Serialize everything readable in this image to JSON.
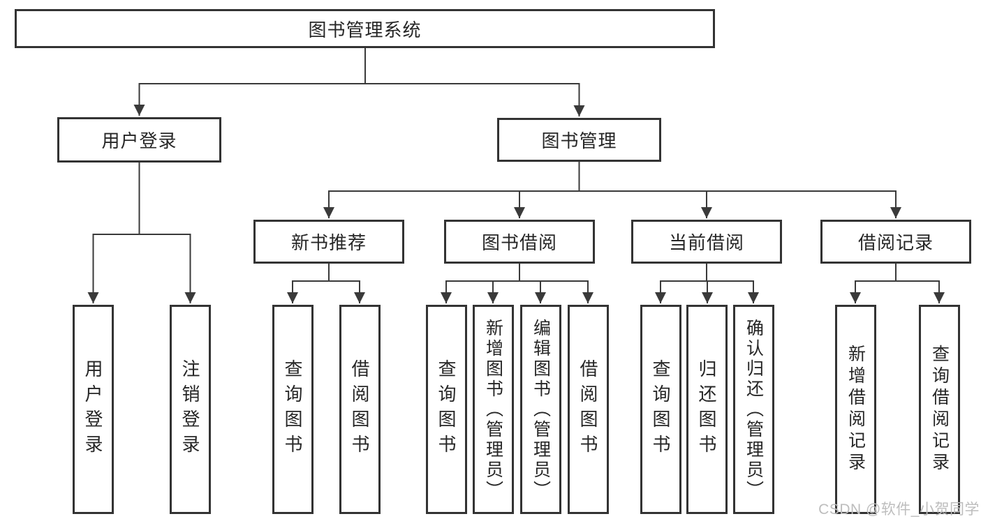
{
  "diagram": {
    "root_label": "图书管理系统",
    "level2": {
      "user_login": "用户登录",
      "book_management": "图书管理"
    },
    "level3": {
      "new_books": "新书推荐",
      "book_borrow": "图书借阅",
      "current_borrow": "当前借阅",
      "borrow_records": "借阅记录"
    },
    "leaves": {
      "user_login": [
        "用户登录",
        "注销登录"
      ],
      "new_books": [
        "查询图书",
        "借阅图书"
      ],
      "book_borrow": [
        "查询图书",
        "新增图书（管理员）",
        "编辑图书（管理员）",
        "借阅图书"
      ],
      "current_borrow": [
        "查询图书",
        "归还图书",
        "确认归还（管理员）"
      ],
      "borrow_records": [
        "新增借阅记录",
        "查询借阅记录"
      ]
    }
  },
  "watermark": "CSDN @软件_小贺同学",
  "colors": {
    "line": "#3a3a3a",
    "border": "#333333",
    "text": "#262626",
    "watermark": "#bdbdbd",
    "background": "#ffffff"
  }
}
